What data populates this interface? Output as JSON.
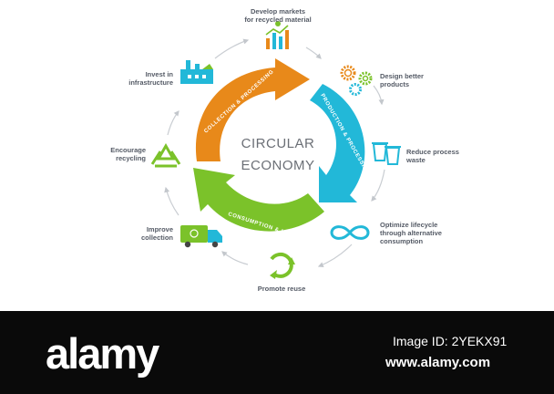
{
  "diagram": {
    "center_line1": "CIRCULAR",
    "center_line2": "ECONOMY",
    "arcs": {
      "collection": "COLLECTION & PROCESSING",
      "production": "PRODUCTION & PROCESSING",
      "consumption": "CONSUMPTION & USE"
    },
    "colors": {
      "orange": "#e8891a",
      "cyan": "#22b8d8",
      "green": "#7bc22a"
    },
    "steps": [
      {
        "line1": "Develop markets",
        "line2": "for recycled material",
        "icon": "bar-chart-icon"
      },
      {
        "line1": "Design better",
        "line2": "products",
        "icon": "gears-icon"
      },
      {
        "line1": "Reduce process",
        "line2": "waste",
        "icon": "trash-bin-icon"
      },
      {
        "line1": "Optimize lifecycle",
        "line2": "through alternative",
        "line3": "consumption",
        "icon": "infinity-icon"
      },
      {
        "line1": "Promote reuse",
        "icon": "reuse-icon"
      },
      {
        "line1": "Improve",
        "line2": "collection",
        "icon": "truck-icon"
      },
      {
        "line1": "Encourage",
        "line2": "recycling",
        "icon": "recycle-icon"
      },
      {
        "line1": "Invest in",
        "line2": "infrastructure",
        "icon": "factory-icon"
      }
    ]
  },
  "footer": {
    "logo": "alamy",
    "image_id": "Image ID: 2YEKX91",
    "site": "www.alamy.com"
  }
}
